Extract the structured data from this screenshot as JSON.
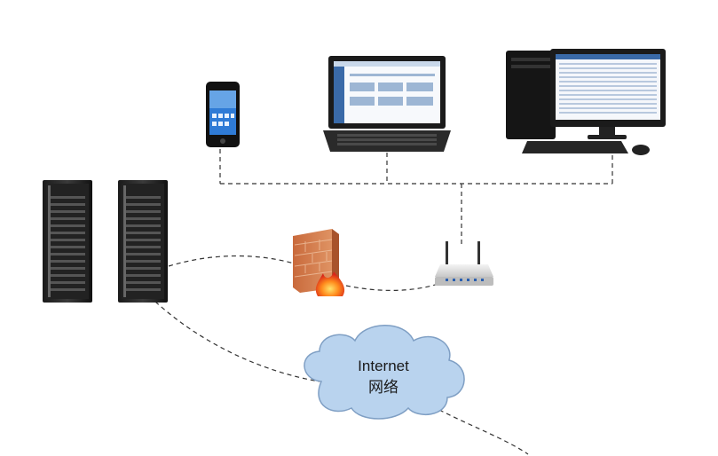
{
  "cloud": {
    "label_en": "Internet",
    "label_zh": "网络",
    "fill": "#b9d3ee",
    "stroke": "#7f9fc4"
  },
  "connections": {
    "style": "dashed",
    "color": "#333333"
  },
  "nodes": [
    {
      "id": "server-1",
      "icon": "server-rack-icon"
    },
    {
      "id": "server-2",
      "icon": "server-rack-icon"
    },
    {
      "id": "smartphone",
      "icon": "smartphone-icon"
    },
    {
      "id": "laptop",
      "icon": "laptop-icon"
    },
    {
      "id": "desktop",
      "icon": "desktop-computer-icon"
    },
    {
      "id": "firewall",
      "icon": "firewall-icon"
    },
    {
      "id": "router",
      "icon": "wireless-router-icon"
    },
    {
      "id": "internet",
      "icon": "cloud-icon"
    }
  ]
}
